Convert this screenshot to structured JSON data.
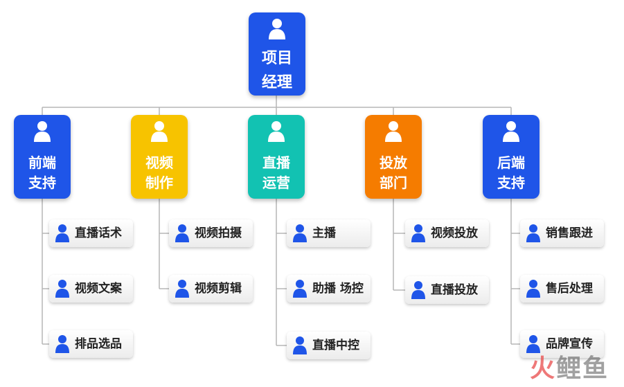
{
  "root": {
    "line1": "项目",
    "line2": "经理"
  },
  "departments": [
    {
      "line1": "前端",
      "line2": "支持",
      "color": "#1f55e8",
      "items": [
        "直播话术",
        "视频文案",
        "排品选品"
      ]
    },
    {
      "line1": "视频",
      "line2": "制作",
      "color": "#f7c300",
      "items": [
        "视频拍摄",
        "视频剪辑"
      ]
    },
    {
      "line1": "直播",
      "line2": "运营",
      "color": "#12c2b2",
      "items": [
        "主播",
        "助播 场控",
        "直播中控"
      ]
    },
    {
      "line1": "投放",
      "line2": "部门",
      "color": "#f57c00",
      "items": [
        "视频投放",
        "直播投放"
      ]
    },
    {
      "line1": "后端",
      "line2": "支持",
      "color": "#1f55e8",
      "items": [
        "销售跟进",
        "售后处理",
        "品牌宣传"
      ]
    }
  ],
  "icon": "person-icon",
  "watermark": {
    "part1": "火",
    "part2": "鲤鱼"
  }
}
